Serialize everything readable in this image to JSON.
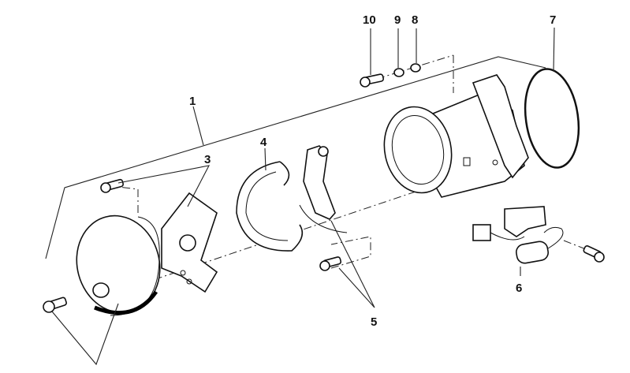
{
  "diagram": {
    "title": "Distributor exploded view",
    "callouts": [
      {
        "id": "label-1",
        "text": "1"
      },
      {
        "id": "label-3",
        "text": "3"
      },
      {
        "id": "label-4",
        "text": "4"
      },
      {
        "id": "label-5",
        "text": "5"
      },
      {
        "id": "label-6",
        "text": "6"
      },
      {
        "id": "label-7",
        "text": "7"
      },
      {
        "id": "label-8",
        "text": "8"
      },
      {
        "id": "label-9",
        "text": "9"
      },
      {
        "id": "label-10",
        "text": "10"
      }
    ]
  }
}
